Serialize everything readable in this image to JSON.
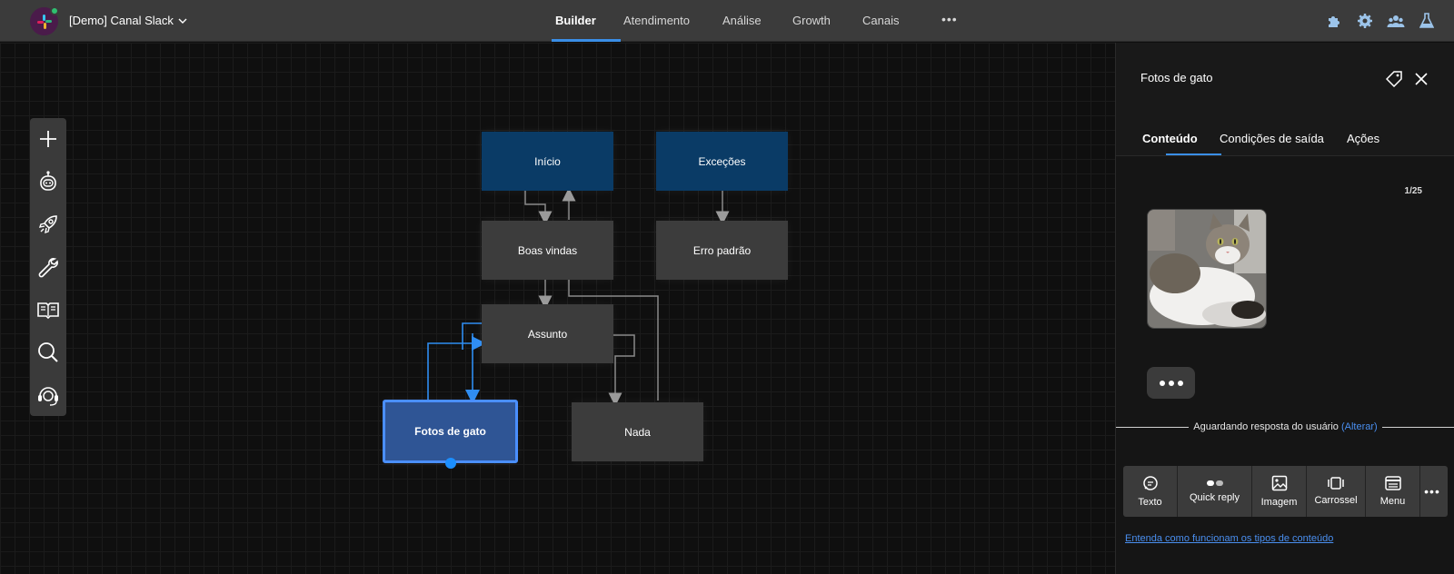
{
  "topbar": {
    "bot_name": "[Demo] Canal Slack",
    "nav": [
      "Builder",
      "Atendimento",
      "Análise",
      "Growth",
      "Canais"
    ],
    "active_nav": "Builder",
    "more": "•••",
    "icons": [
      "puzzle-icon",
      "gear-icon",
      "team-icon",
      "flask-icon"
    ]
  },
  "toolbar": {
    "icons": [
      "plus-icon",
      "bot-icon",
      "rocket-icon",
      "wrench-icon",
      "book-icon",
      "search-icon",
      "support-icon"
    ]
  },
  "flow": {
    "nodes": {
      "inicio": "Início",
      "excecoes": "Exceções",
      "boas_vindas": "Boas vindas",
      "erro_padrao": "Erro padrão",
      "assunto": "Assunto",
      "fotos_de_gato": "Fotos de gato",
      "nada": "Nada"
    },
    "selected": "Fotos de gato"
  },
  "panel": {
    "title": "Fotos de gato",
    "tabs": [
      "Conteúdo",
      "Condições de saída",
      "Ações"
    ],
    "active_tab": "Conteúdo",
    "counter": "1/25",
    "waiting_text": "Aguardando resposta do usuário",
    "waiting_link": "(Alterar)",
    "content_types": [
      "Texto",
      "Quick reply",
      "Imagem",
      "Carrossel",
      "Menu"
    ],
    "more": "•••",
    "help_link": "Entenda como funcionam os tipos de conteúdo"
  },
  "colors": {
    "accent": "#3a8ee6",
    "node_blue": "#0a3b66",
    "node_selected": "#2f5595",
    "node_gray": "#3c3c3c"
  }
}
